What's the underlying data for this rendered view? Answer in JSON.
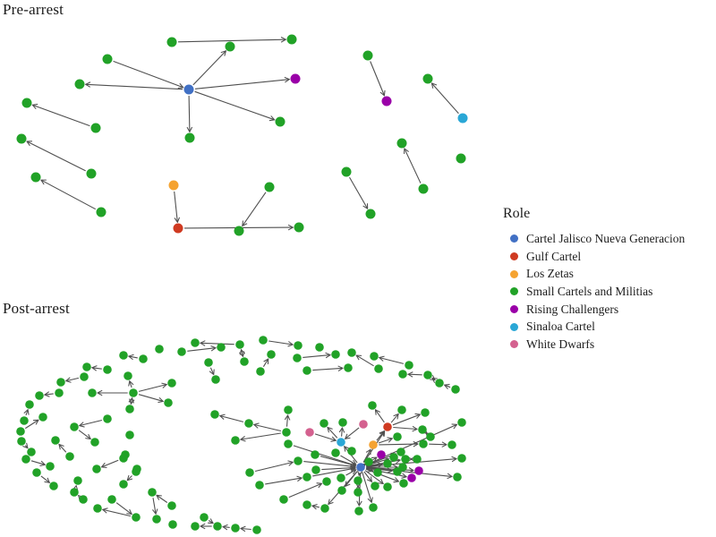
{
  "labels": {
    "pre": "Pre-arrest",
    "post": "Post-arrest"
  },
  "legend": {
    "title": "Role",
    "items": [
      {
        "role": "j",
        "label": "Cartel Jalisco Nueva Generacion",
        "color": "#4170c4"
      },
      {
        "role": "g",
        "label": "Gulf Cartel",
        "color": "#cf3a21"
      },
      {
        "role": "z",
        "label": "Los Zetas",
        "color": "#f5a331"
      },
      {
        "role": "s",
        "label": "Small Cartels and Militias",
        "color": "#21a227"
      },
      {
        "role": "r",
        "label": "Rising Challengers",
        "color": "#9a00a8"
      },
      {
        "role": "c",
        "label": "Sinaloa Cartel",
        "color": "#2aa7d6"
      },
      {
        "role": "w",
        "label": "White Dwarfs",
        "color": "#d4618f"
      }
    ]
  },
  "style": {
    "edge_color": "#4f4f4f",
    "text_color": "#1c1c1c",
    "node_radius_pre": 5.5,
    "node_radius_post": 4.8
  },
  "networks": {
    "pre": {
      "nodes": [
        [
          192,
          47,
          "s"
        ],
        [
          326,
          44,
          "s"
        ],
        [
          257,
          52,
          "s"
        ],
        [
          120,
          66,
          "s"
        ],
        [
          89,
          94,
          "s"
        ],
        [
          211,
          100,
          "j"
        ],
        [
          330,
          88,
          "r"
        ],
        [
          30,
          115,
          "s"
        ],
        [
          107,
          143,
          "s"
        ],
        [
          313,
          136,
          "s"
        ],
        [
          212,
          154,
          "s"
        ],
        [
          24,
          155,
          "s"
        ],
        [
          102,
          194,
          "s"
        ],
        [
          40,
          198,
          "s"
        ],
        [
          113,
          237,
          "s"
        ],
        [
          194,
          207,
          "z"
        ],
        [
          199,
          255,
          "g"
        ],
        [
          267,
          258,
          "s"
        ],
        [
          334,
          254,
          "s"
        ],
        [
          301,
          209,
          "s"
        ],
        [
          411,
          62,
          "s"
        ],
        [
          432,
          113,
          "r"
        ],
        [
          478,
          88,
          "s"
        ],
        [
          517,
          132,
          "c"
        ],
        [
          449,
          160,
          "s"
        ],
        [
          473,
          211,
          "s"
        ],
        [
          515,
          177,
          "s"
        ],
        [
          387,
          192,
          "s"
        ],
        [
          414,
          239,
          "s"
        ]
      ],
      "edges": [
        [
          0,
          1
        ],
        [
          3,
          5
        ],
        [
          5,
          2
        ],
        [
          5,
          6
        ],
        [
          5,
          4
        ],
        [
          5,
          10
        ],
        [
          5,
          9
        ],
        [
          8,
          7
        ],
        [
          12,
          11
        ],
        [
          14,
          13
        ],
        [
          15,
          16
        ],
        [
          16,
          18
        ],
        [
          19,
          17
        ],
        [
          20,
          21
        ],
        [
          23,
          22
        ],
        [
          25,
          24
        ],
        [
          27,
          28
        ]
      ]
    },
    "post": {
      "nodes": [
        [
          218,
          383,
          "s"
        ],
        [
          247,
          388,
          "s"
        ],
        [
          268,
          385,
          "s"
        ],
        [
          273,
          404,
          "s"
        ],
        [
          203,
          393,
          "s"
        ],
        [
          178,
          390,
          "s"
        ],
        [
          138,
          397,
          "s"
        ],
        [
          160,
          401,
          "s"
        ],
        [
          97,
          410,
          "s"
        ],
        [
          120,
          413,
          "s"
        ],
        [
          94,
          421,
          "s"
        ],
        [
          68,
          427,
          "s"
        ],
        [
          66,
          439,
          "s"
        ],
        [
          44,
          442,
          "s"
        ],
        [
          103,
          439,
          "s"
        ],
        [
          143,
          420,
          "s"
        ],
        [
          233,
          405,
          "s"
        ],
        [
          241,
          424,
          "s"
        ],
        [
          294,
          380,
          "s"
        ],
        [
          333,
          386,
          "s"
        ],
        [
          303,
          396,
          "s"
        ],
        [
          291,
          415,
          "s"
        ],
        [
          332,
          400,
          "s"
        ],
        [
          357,
          388,
          "s"
        ],
        [
          375,
          396,
          "s"
        ],
        [
          393,
          394,
          "s"
        ],
        [
          343,
          414,
          "s"
        ],
        [
          389,
          411,
          "s"
        ],
        [
          418,
          398,
          "s"
        ],
        [
          423,
          412,
          "s"
        ],
        [
          457,
          408,
          "s"
        ],
        [
          450,
          418,
          "s"
        ],
        [
          478,
          419,
          "s"
        ],
        [
          491,
          428,
          "s"
        ],
        [
          509,
          435,
          "s"
        ],
        [
          33,
          452,
          "s"
        ],
        [
          27,
          470,
          "s"
        ],
        [
          48,
          466,
          "s"
        ],
        [
          23,
          482,
          "s"
        ],
        [
          24,
          493,
          "s"
        ],
        [
          35,
          505,
          "s"
        ],
        [
          29,
          513,
          "s"
        ],
        [
          56,
          521,
          "s"
        ],
        [
          41,
          528,
          "s"
        ],
        [
          60,
          543,
          "s"
        ],
        [
          87,
          537,
          "s"
        ],
        [
          83,
          550,
          "s"
        ],
        [
          93,
          558,
          "s"
        ],
        [
          62,
          492,
          "s"
        ],
        [
          78,
          510,
          "s"
        ],
        [
          149,
          439,
          "s"
        ],
        [
          192,
          428,
          "s"
        ],
        [
          188,
          450,
          "s"
        ],
        [
          145,
          457,
          "s"
        ],
        [
          120,
          468,
          "s"
        ],
        [
          83,
          477,
          "s"
        ],
        [
          106,
          494,
          "s"
        ],
        [
          145,
          486,
          "s"
        ],
        [
          140,
          508,
          "s"
        ],
        [
          153,
          524,
          "s"
        ],
        [
          108,
          524,
          "s"
        ],
        [
          138,
          512,
          "s"
        ],
        [
          138,
          541,
          "s"
        ],
        [
          152,
          527,
          "s"
        ],
        [
          109,
          568,
          "s"
        ],
        [
          152,
          578,
          "s"
        ],
        [
          125,
          558,
          "s"
        ],
        [
          170,
          550,
          "s"
        ],
        [
          175,
          580,
          "s"
        ],
        [
          192,
          565,
          "s"
        ],
        [
          193,
          586,
          "s"
        ],
        [
          218,
          588,
          "s"
        ],
        [
          228,
          578,
          "s"
        ],
        [
          243,
          588,
          "s"
        ],
        [
          263,
          590,
          "s"
        ],
        [
          287,
          592,
          "s"
        ],
        [
          240,
          463,
          "s"
        ],
        [
          278,
          473,
          "s"
        ],
        [
          322,
          458,
          "s"
        ],
        [
          320,
          483,
          "s"
        ],
        [
          263,
          492,
          "s"
        ],
        [
          322,
          496,
          "s"
        ],
        [
          362,
          473,
          "s"
        ],
        [
          383,
          472,
          "s"
        ],
        [
          279,
          528,
          "s"
        ],
        [
          290,
          542,
          "s"
        ],
        [
          317,
          558,
          "s"
        ],
        [
          333,
          515,
          "s"
        ],
        [
          343,
          533,
          "s"
        ],
        [
          352,
          508,
          "s"
        ],
        [
          353,
          525,
          "s"
        ],
        [
          365,
          538,
          "s"
        ],
        [
          375,
          506,
          "s"
        ],
        [
          381,
          534,
          "s"
        ],
        [
          382,
          548,
          "s"
        ],
        [
          393,
          504,
          "s"
        ],
        [
          400,
          537,
          "s"
        ],
        [
          400,
          550,
          "s"
        ],
        [
          343,
          564,
          "s"
        ],
        [
          363,
          568,
          "s"
        ],
        [
          401,
          571,
          "s"
        ],
        [
          417,
          567,
          "s"
        ],
        [
          419,
          543,
          "s"
        ],
        [
          433,
          544,
          "s"
        ],
        [
          451,
          540,
          "s"
        ],
        [
          422,
          528,
          "s"
        ],
        [
          444,
          527,
          "s"
        ],
        [
          433,
          518,
          "s"
        ],
        [
          412,
          516,
          "s"
        ],
        [
          416,
          453,
          "s"
        ],
        [
          449,
          458,
          "s"
        ],
        [
          475,
          461,
          "s"
        ],
        [
          472,
          480,
          "s"
        ],
        [
          481,
          488,
          "s"
        ],
        [
          444,
          488,
          "s"
        ],
        [
          453,
          513,
          "s"
        ],
        [
          466,
          513,
          "s"
        ],
        [
          450,
          522,
          "s"
        ],
        [
          440,
          511,
          "s"
        ],
        [
          448,
          505,
          "s"
        ],
        [
          516,
          472,
          "s"
        ],
        [
          505,
          497,
          "s"
        ],
        [
          516,
          512,
          "s"
        ],
        [
          511,
          533,
          "s"
        ],
        [
          473,
          496,
          "s"
        ],
        [
          403,
          522,
          "j"
        ],
        [
          381,
          494,
          "c"
        ],
        [
          417,
          497,
          "z"
        ],
        [
          433,
          477,
          "g"
        ],
        [
          346,
          483,
          "w"
        ],
        [
          406,
          474,
          "w"
        ],
        [
          426,
          508,
          "r"
        ],
        [
          468,
          526,
          "r"
        ],
        [
          460,
          534,
          "r"
        ]
      ],
      "edges": [
        [
          4,
          1
        ],
        [
          2,
          0
        ],
        [
          2,
          3,
          "b"
        ],
        [
          16,
          17
        ],
        [
          21,
          20
        ],
        [
          18,
          19
        ],
        [
          22,
          24
        ],
        [
          26,
          27
        ],
        [
          29,
          25
        ],
        [
          30,
          28
        ],
        [
          32,
          31
        ],
        [
          33,
          32,
          "b"
        ],
        [
          34,
          33
        ],
        [
          36,
          35
        ],
        [
          38,
          37
        ],
        [
          39,
          40
        ],
        [
          41,
          42
        ],
        [
          43,
          44
        ],
        [
          46,
          45
        ],
        [
          47,
          46
        ],
        [
          49,
          48
        ],
        [
          9,
          8
        ],
        [
          10,
          11
        ],
        [
          12,
          13
        ],
        [
          7,
          6
        ],
        [
          50,
          51
        ],
        [
          50,
          52
        ],
        [
          50,
          53,
          "b"
        ],
        [
          50,
          14
        ],
        [
          50,
          15
        ],
        [
          54,
          55
        ],
        [
          55,
          56
        ],
        [
          79,
          78
        ],
        [
          79,
          77
        ],
        [
          77,
          76
        ],
        [
          79,
          80
        ],
        [
          61,
          60
        ],
        [
          63,
          62
        ],
        [
          66,
          65
        ],
        [
          65,
          64
        ],
        [
          67,
          68
        ],
        [
          69,
          67
        ],
        [
          72,
          73
        ],
        [
          73,
          71
        ],
        [
          74,
          73
        ],
        [
          75,
          74
        ],
        [
          84,
          87
        ],
        [
          85,
          88
        ],
        [
          86,
          91
        ],
        [
          99,
          98
        ],
        [
          87,
          125
        ],
        [
          88,
          125
        ],
        [
          89,
          125
        ],
        [
          90,
          125
        ],
        [
          92,
          125
        ],
        [
          93,
          125
        ],
        [
          81,
          125
        ],
        [
          108,
          125
        ],
        [
          125,
          127
        ],
        [
          125,
          126
        ],
        [
          125,
          128
        ],
        [
          125,
          131
        ],
        [
          125,
          132
        ],
        [
          125,
          133
        ],
        [
          125,
          94
        ],
        [
          125,
          96
        ],
        [
          96,
          97,
          "b"
        ],
        [
          125,
          99
        ],
        [
          125,
          100
        ],
        [
          125,
          101
        ],
        [
          125,
          102
        ],
        [
          125,
          103
        ],
        [
          125,
          104
        ],
        [
          125,
          105
        ],
        [
          125,
          106
        ],
        [
          125,
          107
        ],
        [
          125,
          115
        ],
        [
          115,
          116,
          "b"
        ],
        [
          125,
          117
        ],
        [
          125,
          118
        ],
        [
          125,
          119
        ],
        [
          125,
          120
        ],
        [
          125,
          122
        ],
        [
          125,
          123
        ],
        [
          128,
          109
        ],
        [
          128,
          110
        ],
        [
          128,
          111
        ],
        [
          127,
          128
        ],
        [
          128,
          112
        ],
        [
          112,
          113,
          "b"
        ],
        [
          129,
          126
        ],
        [
          130,
          126
        ],
        [
          126,
          82
        ],
        [
          126,
          83
        ],
        [
          127,
          114
        ],
        [
          127,
          124
        ],
        [
          124,
          121
        ]
      ]
    }
  }
}
